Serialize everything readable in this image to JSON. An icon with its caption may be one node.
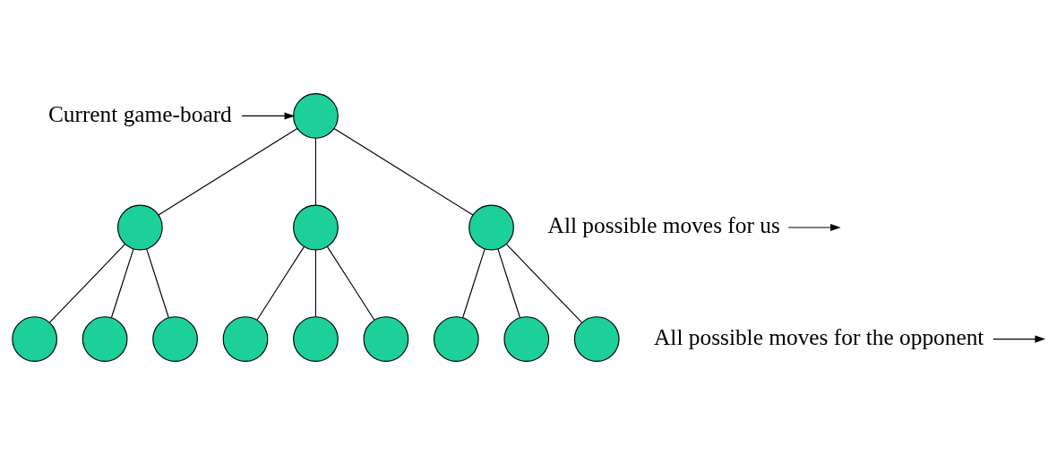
{
  "diagram": {
    "nodes": [
      {
        "text": [
          "Current game-board"
        ]
      },
      {
        "text": [],
        "shape": "circle"
      },
      {
        "text": [
          "All possible moves for us"
        ]
      },
      {
        "text": [],
        "shape": "circle"
      },
      {
        "text": [],
        "shape": "circle"
      },
      {
        "text": [],
        "shape": "circle"
      },
      {
        "text": [
          "All possible moves for the opponent"
        ]
      },
      {
        "text": [],
        "shape": "circle"
      },
      {
        "text": [],
        "shape": "circle"
      },
      {
        "text": [],
        "shape": "circle"
      },
      {
        "text": [],
        "shape": "circle"
      },
      {
        "text": [],
        "shape": "circle"
      },
      {
        "text": [],
        "shape": "circle"
      },
      {
        "text": [],
        "shape": "circle"
      },
      {
        "text": [],
        "shape": "circle"
      },
      {
        "text": [],
        "shape": "circle"
      }
    ],
    "edges": [
      {
        "from": 0,
        "to": 1,
        "arrow": "to"
      },
      {
        "from": 1,
        "to": 3,
        "arrow": "none"
      },
      {
        "from": 1,
        "to": 4,
        "arrow": "none"
      },
      {
        "from": 1,
        "to": 5,
        "arrow": "none"
      },
      {
        "from": 2,
        "to": null,
        "arrow": "to"
      },
      {
        "from": 3,
        "to": 7,
        "arrow": "none"
      },
      {
        "from": 3,
        "to": 8,
        "arrow": "none"
      },
      {
        "from": 3,
        "to": 9,
        "arrow": "none"
      },
      {
        "from": 4,
        "to": 10,
        "arrow": "none"
      },
      {
        "from": 4,
        "to": 11,
        "arrow": "none"
      },
      {
        "from": 4,
        "to": 12,
        "arrow": "none"
      },
      {
        "from": 5,
        "to": 13,
        "arrow": "none"
      },
      {
        "from": 5,
        "to": 14,
        "arrow": "none"
      },
      {
        "from": 5,
        "to": 15,
        "arrow": "none"
      },
      {
        "from": 6,
        "to": null,
        "arrow": "to"
      }
    ]
  }
}
